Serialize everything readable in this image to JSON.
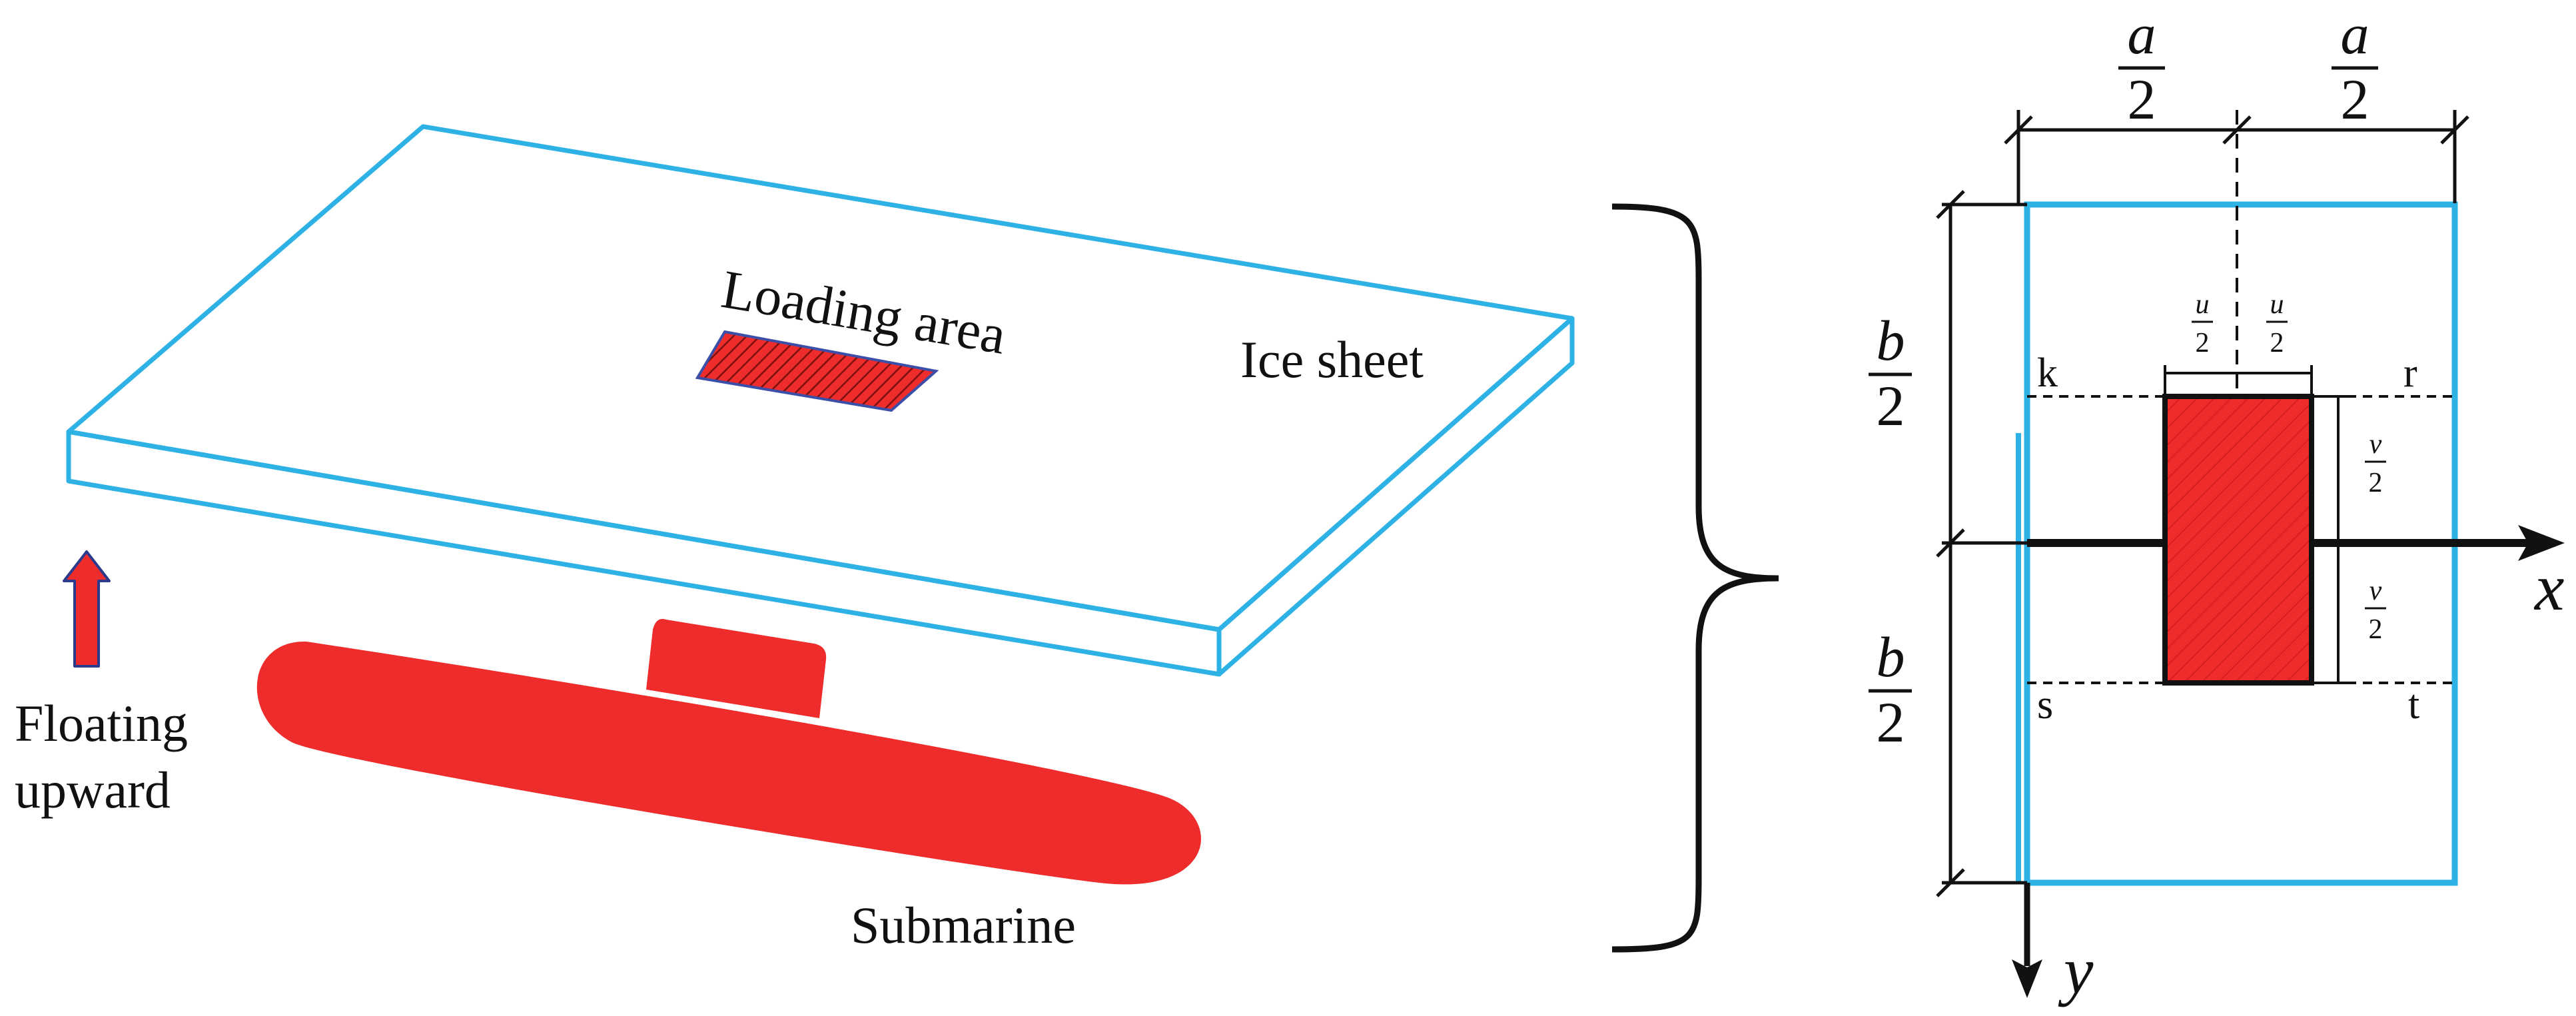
{
  "left": {
    "loading_area": "Loading area",
    "ice_sheet": "Ice sheet",
    "floating_line1": "Floating",
    "floating_line2": "upward",
    "submarine": "Submarine"
  },
  "right": {
    "a": "a",
    "b": "b",
    "u": "u",
    "v": "v",
    "two": "2",
    "k": "k",
    "r": "r",
    "s": "s",
    "t": "t",
    "x": "x",
    "y": "y"
  },
  "colors": {
    "ice_outline": "#2EB2E6",
    "red": "#EE2C2C",
    "outline": "#111111"
  },
  "icons": {
    "arrow": "upward-arrow-icon",
    "brace": "right-curly-brace"
  }
}
